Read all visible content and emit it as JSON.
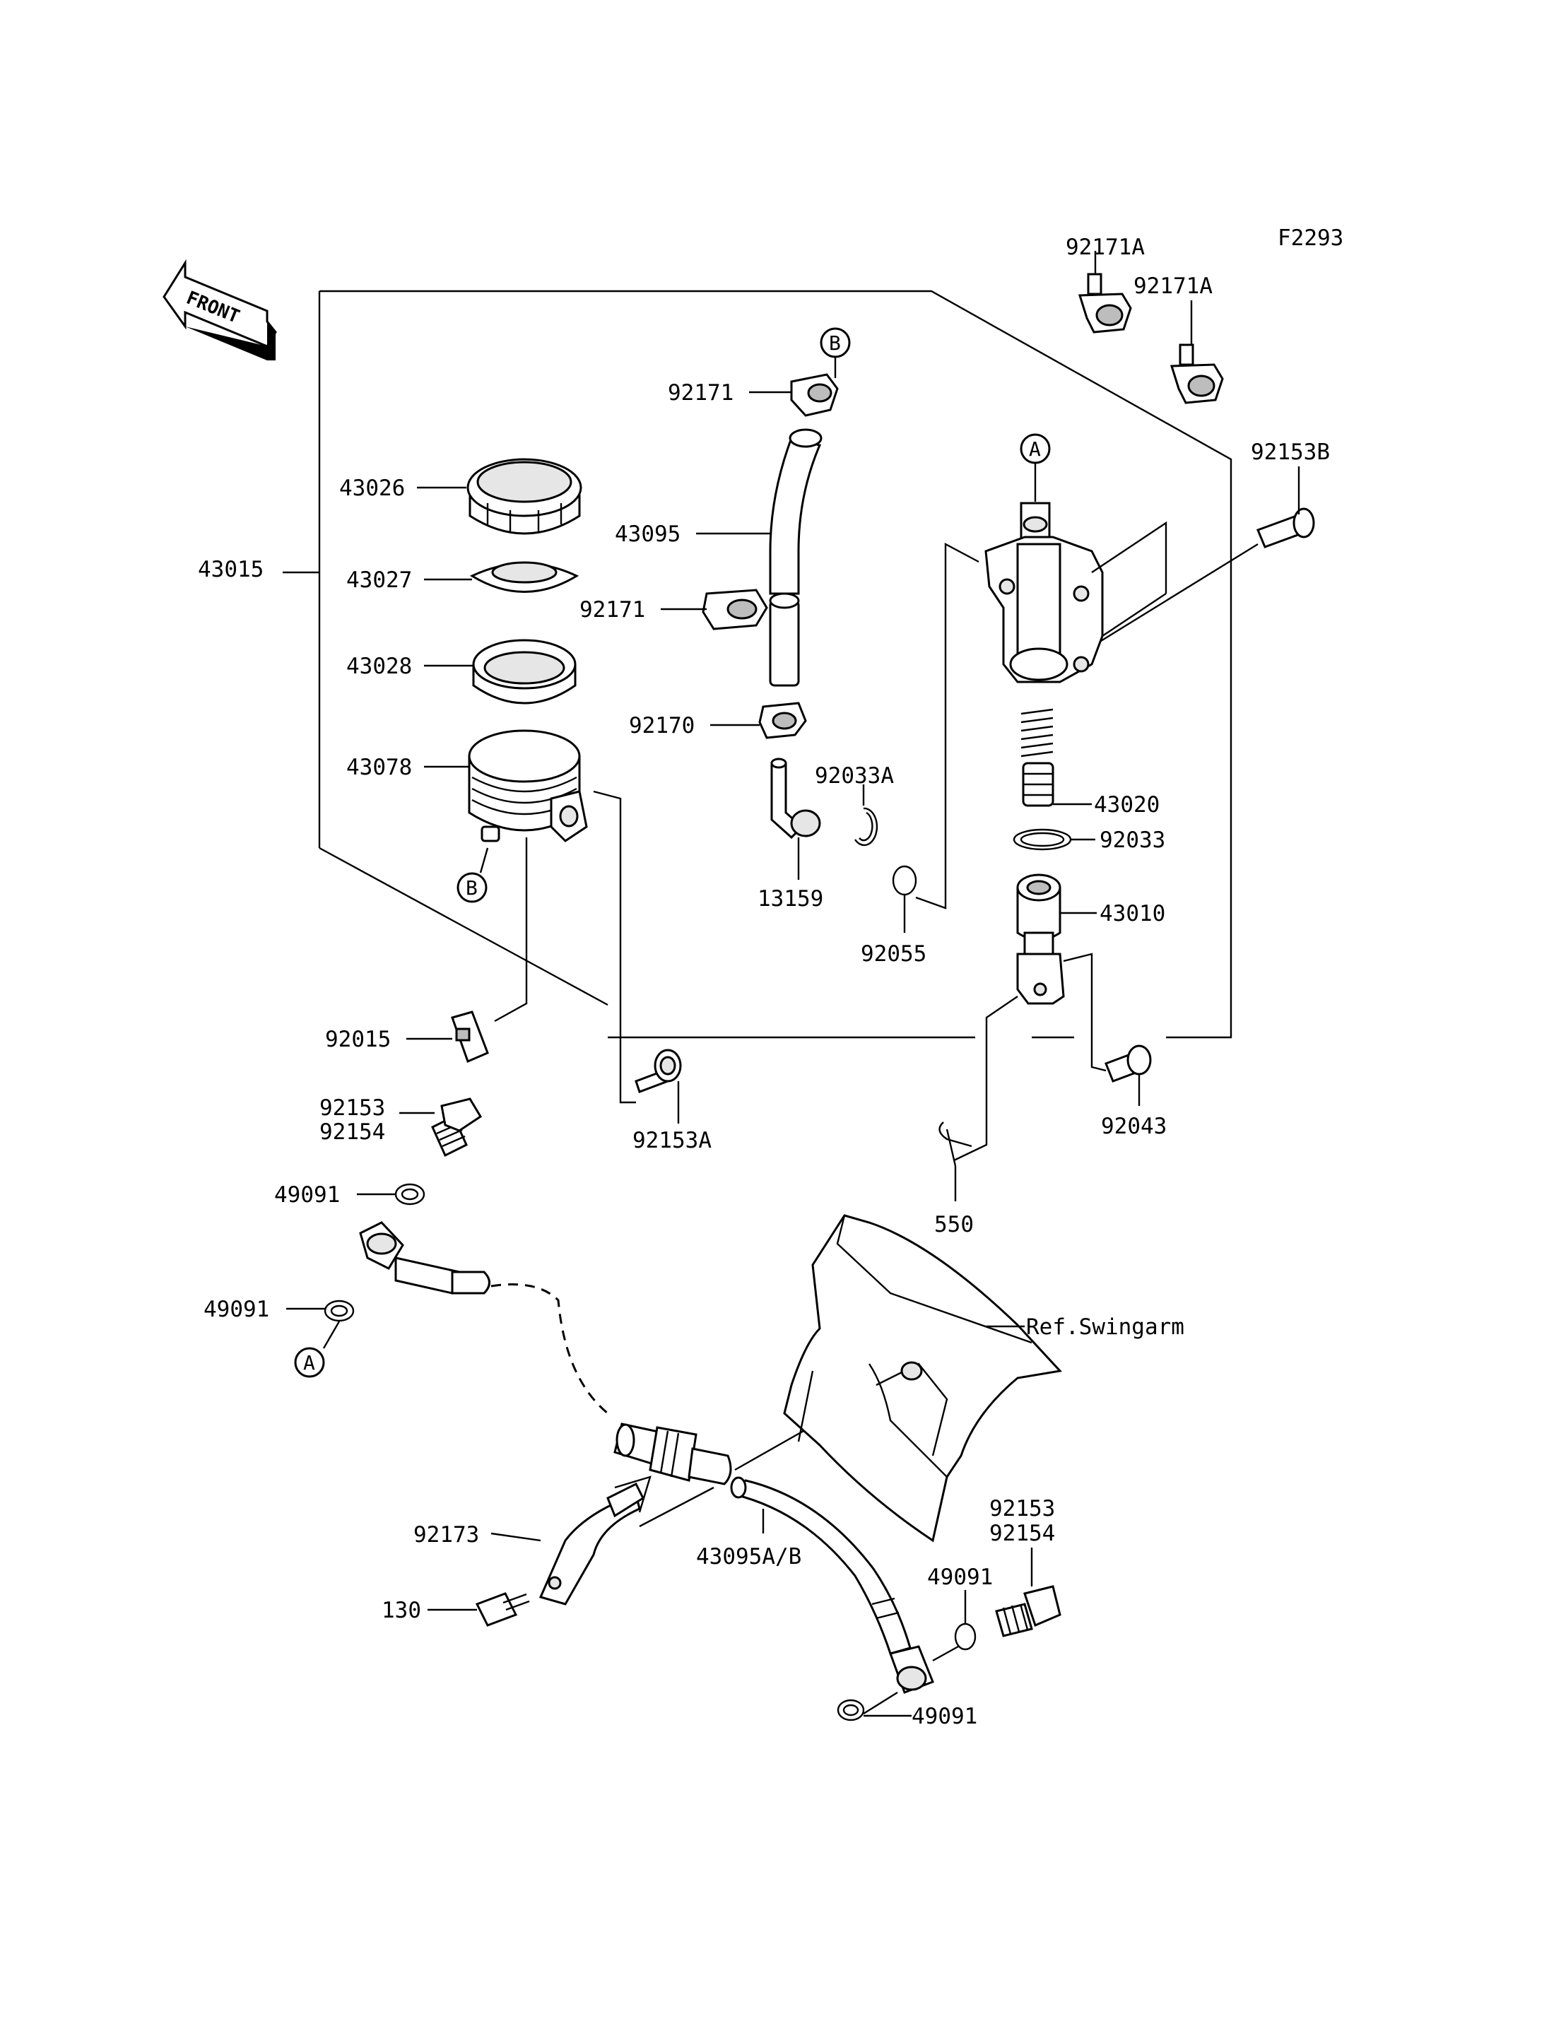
{
  "figure_code": "F2293",
  "front_label": "FRONT",
  "ref_label": "Ref.Swingarm",
  "markers": {
    "a": "A",
    "b": "B"
  },
  "labels": {
    "p92171A_1": "92171A",
    "p92171A_2": "92171A",
    "p92153B": "92153B",
    "p92171_top": "92171",
    "p43026": "43026",
    "p43095": "43095",
    "p43015": "43015",
    "p43027": "43027",
    "p92171_mid": "92171",
    "p43028": "43028",
    "p92170": "92170",
    "p43078": "43078",
    "p92033A": "92033A",
    "p43020": "43020",
    "p92033": "92033",
    "p13159": "13159",
    "p43010": "43010",
    "p92055": "92055",
    "p92015": "92015",
    "p92153_top": "92153",
    "p92154_top": "92154",
    "p92153A": "92153A",
    "p92043": "92043",
    "p49091_top": "49091",
    "p550": "550",
    "p49091_left": "49091",
    "p92153_bot": "92153",
    "p92154_bot": "92154",
    "p92173": "92173",
    "p43095AB": "43095A/B",
    "p49091_mid": "49091",
    "p130": "130",
    "p49091_bot": "49091"
  }
}
